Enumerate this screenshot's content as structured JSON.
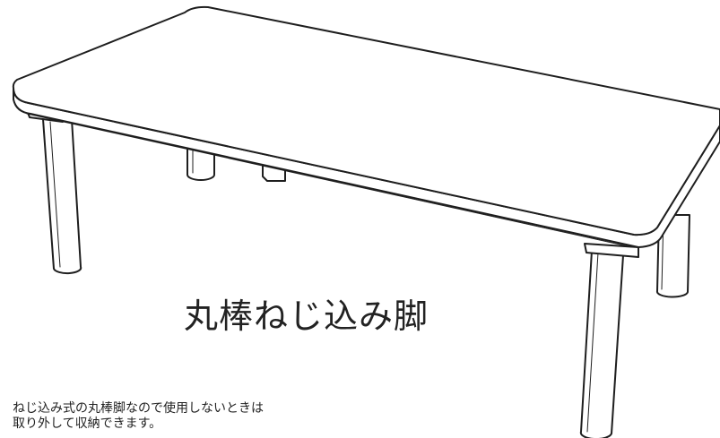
{
  "title": "丸棒ねじ込み脚",
  "caption": {
    "line1": "ねじ込み式の丸棒脚なので使用しないときは",
    "line2": "取り外して収納できます。"
  },
  "colors": {
    "line": "#1e1e1e",
    "text": "#222222",
    "background": "#ffffff"
  }
}
